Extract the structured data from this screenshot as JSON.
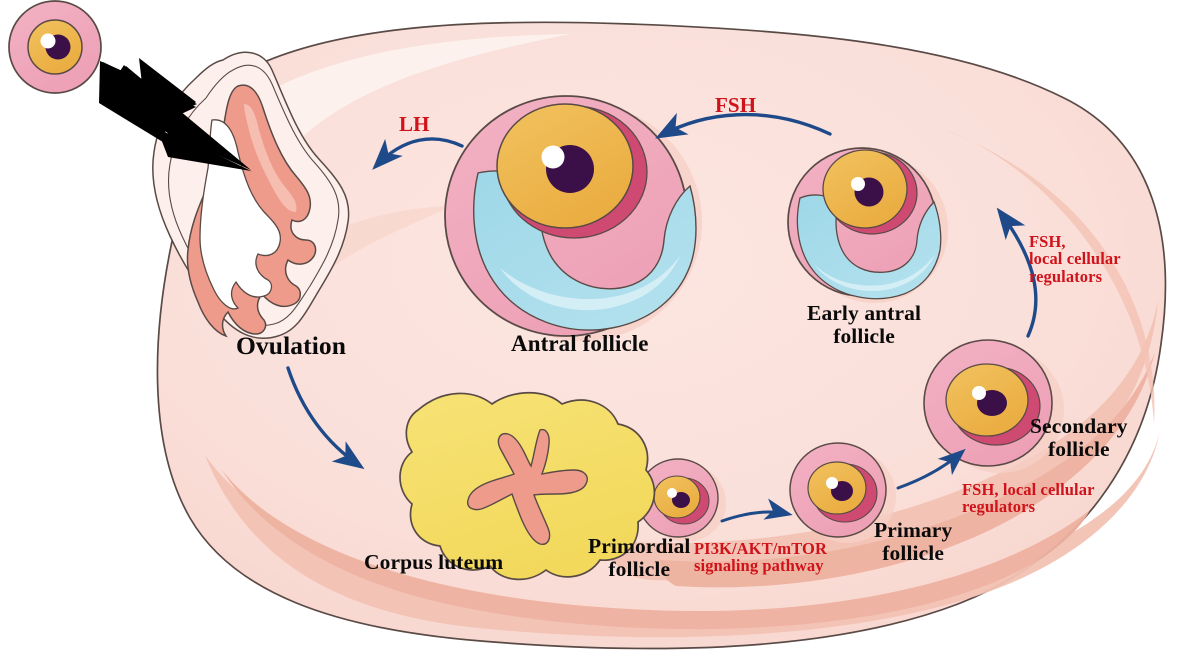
{
  "diagram": {
    "title": "Ovarian folliculogenesis and ovulation cycle",
    "palette": {
      "ovary_cortex": "#fadfd9",
      "ovary_medulla": "#f5c6bb",
      "ovary_outline": "#4a4040",
      "granulosa_pink": "#f0a8bc",
      "theca_crimson": "#cf4a72",
      "oocyte_gold": "#edb44a",
      "nucleus_purple": "#3b1048",
      "antrum_blue": "#a8dcea",
      "antrum_blue_light": "#cdecf4",
      "corpus_luteum_yellow": "#f5de6a",
      "corpus_luteum_core": "#ef9b8c",
      "ruptured_salmon": "#ef9b8c",
      "arrow_navy": "#1f4a8a",
      "label_red": "#d0121a",
      "label_black": "#0a0a0a",
      "released_oocyte_arrow": "#000000"
    }
  },
  "structures": {
    "released_oocyte": {
      "name": "released-oocyte",
      "label": ""
    },
    "ruptured_follicle": {
      "name": "ruptured-follicle",
      "label": ""
    },
    "ovulation": {
      "label": "Ovulation"
    },
    "antral_follicle": {
      "label": "Antral follicle"
    },
    "early_antral_follicle": {
      "label": "Early antral\nfollicle"
    },
    "secondary_follicle": {
      "label": "Secondary\nfollicle"
    },
    "primary_follicle": {
      "label": "Primary\nfollicle"
    },
    "primordial_follicle": {
      "label": "Primordial\nfollicle"
    },
    "corpus_luteum": {
      "label": "Corpus luteum"
    }
  },
  "signals": {
    "lh": {
      "label": "LH",
      "color": "#d0121a"
    },
    "fsh": {
      "label": "FSH",
      "color": "#d0121a"
    },
    "fsh_local_upper": {
      "label": "FSH,\nlocal cellular\nregulators",
      "color": "#d0121a"
    },
    "fsh_local_lower": {
      "label": "FSH, local cellular\nregulators",
      "color": "#d0121a"
    },
    "pi3k_pathway": {
      "label": "PI3K/AKT/mTOR\nsignaling pathway",
      "color": "#d0121a"
    }
  },
  "arrows": [
    {
      "name": "arrow-ovulation-release",
      "from": "ruptured-follicle",
      "to": "released-oocyte",
      "style": "solid-black-thick"
    },
    {
      "name": "arrow-lh-antral-to-rupture",
      "from": "antral-follicle",
      "to": "ruptured-follicle",
      "label": "LH",
      "style": "navy-curved"
    },
    {
      "name": "arrow-fsh-earlyantral-to-antral",
      "from": "early-antral-follicle",
      "to": "antral-follicle",
      "label": "FSH",
      "style": "navy-curved"
    },
    {
      "name": "arrow-ovulation-to-corpus-luteum",
      "from": "ovulation",
      "to": "corpus-luteum",
      "style": "navy-curved"
    },
    {
      "name": "arrow-primordial-to-primary",
      "from": "primordial-follicle",
      "to": "primary-follicle",
      "label": "PI3K/AKT/mTOR signaling pathway",
      "style": "navy-curved"
    },
    {
      "name": "arrow-primary-to-secondary",
      "from": "primary-follicle",
      "to": "secondary-follicle",
      "label": "FSH, local cellular regulators",
      "style": "navy-curved"
    },
    {
      "name": "arrow-secondary-to-earlyantral",
      "from": "secondary-follicle",
      "to": "early-antral-follicle",
      "label": "FSH, local cellular regulators",
      "style": "navy-curved"
    }
  ]
}
